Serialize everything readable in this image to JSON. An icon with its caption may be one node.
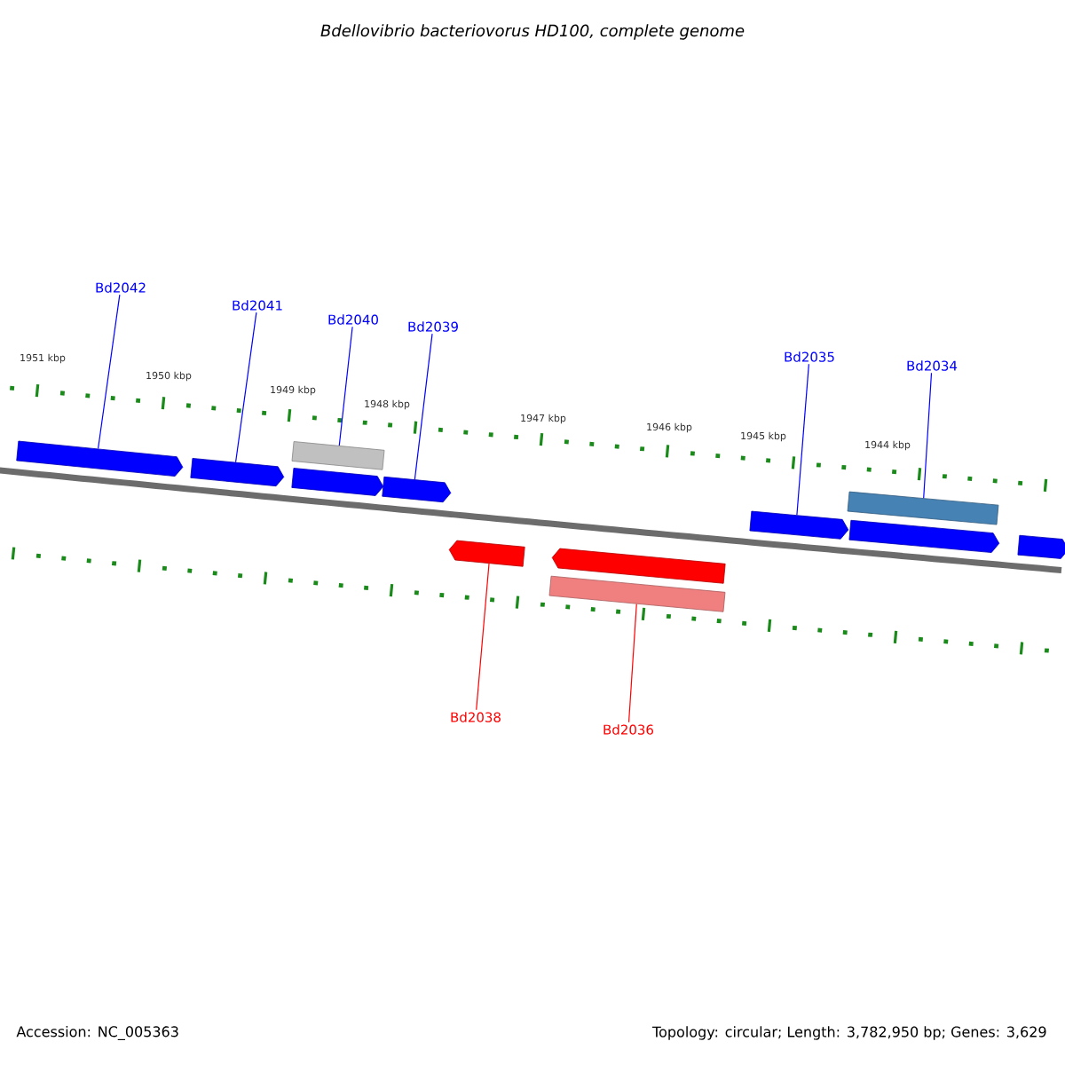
{
  "diagram": {
    "title": "Bdellovibrio bacteriovorus HD100, complete genome",
    "nodes": [
      {
        "text": [
          "Bd2042"
        ]
      },
      {
        "text": [
          "Bd2041"
        ]
      },
      {
        "text": [
          "Bd2040"
        ]
      },
      {
        "text": [
          "Bd2039"
        ]
      },
      {
        "text": [
          "Bd2035"
        ]
      },
      {
        "text": [
          "Bd2034"
        ]
      },
      {
        "text": [],
        "shape": "arrow"
      },
      {
        "text": [],
        "shape": "arrow"
      },
      {
        "text": [],
        "shape": "arrow"
      },
      {
        "text": [],
        "shape": "bar"
      },
      {
        "text": [],
        "shape": "arrow"
      },
      {
        "text": [],
        "shape": "arrow"
      },
      {
        "text": [],
        "shape": "arrow"
      },
      {
        "text": [],
        "shape": "bar"
      },
      {
        "text": [],
        "shape": "arrow"
      },
      {
        "text": [],
        "shape": "arrow"
      },
      {
        "text": [],
        "shape": "bar"
      },
      {
        "text": [],
        "shape": "arrow"
      },
      {
        "text": [
          "Bd2038"
        ]
      },
      {
        "text": [
          "Bd2036"
        ]
      }
    ],
    "edges": [
      {
        "from": 0,
        "to": 6,
        "arrow": "none"
      },
      {
        "from": 1,
        "to": 7,
        "arrow": "none"
      },
      {
        "from": 2,
        "to": 9,
        "arrow": "none"
      },
      {
        "from": 3,
        "to": 10,
        "arrow": "none"
      },
      {
        "from": 4,
        "to": 14,
        "arrow": "none"
      },
      {
        "from": 5,
        "to": 16,
        "arrow": "none"
      },
      {
        "from": 18,
        "to": 11,
        "arrow": "none",
        "color": "#ff0000"
      },
      {
        "from": 19,
        "to": 13,
        "arrow": "none",
        "color": "#ff0000"
      }
    ],
    "labels": [
      "1951 kbp",
      "1950 kbp",
      "1949 kbp",
      "1948 kbp",
      "1947 kbp",
      "1946 kbp",
      "1945 kbp",
      "1944 kbp",
      "Accession: NC_005363",
      "Topology: circular; Length: 3,782,950 bp; Genes: 3,629"
    ]
  }
}
